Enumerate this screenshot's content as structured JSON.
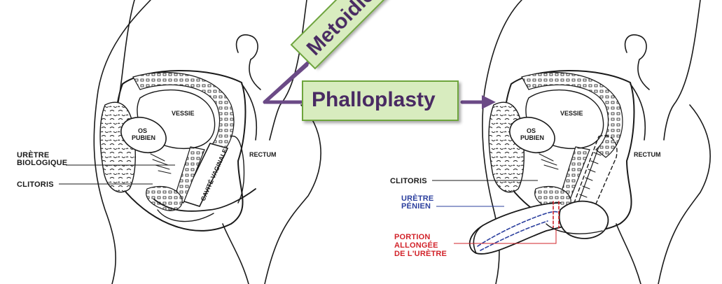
{
  "left_panel": {
    "labels": {
      "urethra_line1": "URÈTRE",
      "urethra_line2": "BIOLOGIQUE",
      "clitoris": "CLITORIS",
      "bladder": "VESSIE",
      "pubis_line1": "OS",
      "pubis_line2": "PUBIEN",
      "rectum": "RECTUM",
      "vagina": "CAVITÉ VAGINALE"
    }
  },
  "right_panel": {
    "labels": {
      "clitoris": "CLITORIS",
      "penile_urethra_line1": "URÈTRE",
      "penile_urethra_line2": "PÉNIEN",
      "extension_line1": "PORTION",
      "extension_line2": "ALLONGÉE",
      "extension_line3": "DE L'URÈTRE",
      "bladder": "VESSIE",
      "pubis_line1": "OS",
      "pubis_line2": "PUBIEN",
      "rectum": "RECTUM"
    }
  },
  "callouts": {
    "metoidioplasty": "Metoidioplasty",
    "phalloplasty": "Phalloplasty"
  },
  "colors": {
    "callout_fill": "#d8ecbf",
    "callout_border": "#6ea53c",
    "arrow": "#6b4a86",
    "callout_text": "#4a2a63",
    "anatomy_line": "#1a1a1a",
    "blue_label": "#2b3f9e",
    "red_label": "#d2232a"
  }
}
